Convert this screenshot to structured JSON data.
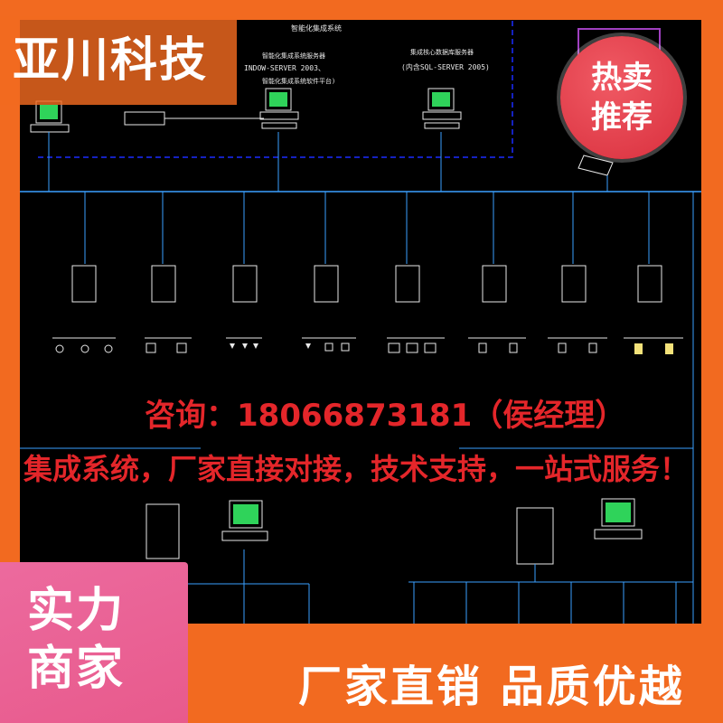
{
  "brand": {
    "name": "亚川科技"
  },
  "badge": {
    "line1": "热卖",
    "line2": "推荐"
  },
  "contact": {
    "text": "咨询：18066873181（侯经理）"
  },
  "slogan": {
    "text": "集成系统，厂家直接对接，技术支持，一站式服务！"
  },
  "strength": {
    "line1": "实力",
    "line2": "商家"
  },
  "factory": {
    "text": "厂家直销 品质优越"
  },
  "diagram": {
    "top_title": "智能化集成系统",
    "server_left_lines": [
      "智能化集成系统服务器",
      "INDOW-SERVER 2003、",
      "智能化集成系统软件平台)"
    ],
    "server_mid_lines": [
      "集成核心数据库服务器",
      "(内含SQL-SERVER 2005)"
    ],
    "colors": {
      "line": "#3aa0ff",
      "dash": "#1a2cff",
      "equip": "#e8e8e8",
      "screen": "#2fd35a",
      "lamp": "#f4e27a"
    }
  }
}
